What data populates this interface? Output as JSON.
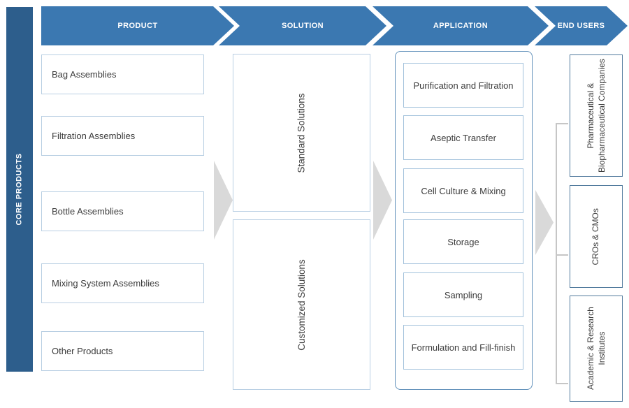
{
  "colors": {
    "header_blue": "#3b78b1",
    "core_bar_blue": "#2d5e8c",
    "light_box_border": "#b9cfe3",
    "app_outer_border": "#6392bb",
    "app_inner_border": "#a3c2dc",
    "end_user_border": "#50799c",
    "flow_arrow_gray": "#d9d9d9",
    "bracket_gray": "#c6c6c6",
    "text": "#3d3d3d"
  },
  "core": {
    "label": "CORE PRODUCTS"
  },
  "stages": [
    {
      "label": "PRODUCT"
    },
    {
      "label": "SOLUTION"
    },
    {
      "label": "APPLICATION"
    },
    {
      "label": "END USERS"
    }
  ],
  "products": [
    "Bag Assemblies",
    "Filtration Assemblies",
    "Bottle Assemblies",
    "Mixing System Assemblies",
    "Other Products"
  ],
  "solutions": [
    "Standard Solutions",
    "Customized Solutions"
  ],
  "applications": [
    "Purification and Filtration",
    "Aseptic Transfer",
    "Cell Culture & Mixing",
    "Storage",
    "Sampling",
    "Formulation and Fill-finish"
  ],
  "end_users": [
    {
      "lines": [
        "Pharmaceutical &",
        "Biopharmaceutical Companies"
      ]
    },
    {
      "lines": [
        "CROs & CMOs"
      ]
    },
    {
      "lines": [
        "Academic & Research",
        "Institutes"
      ]
    }
  ]
}
